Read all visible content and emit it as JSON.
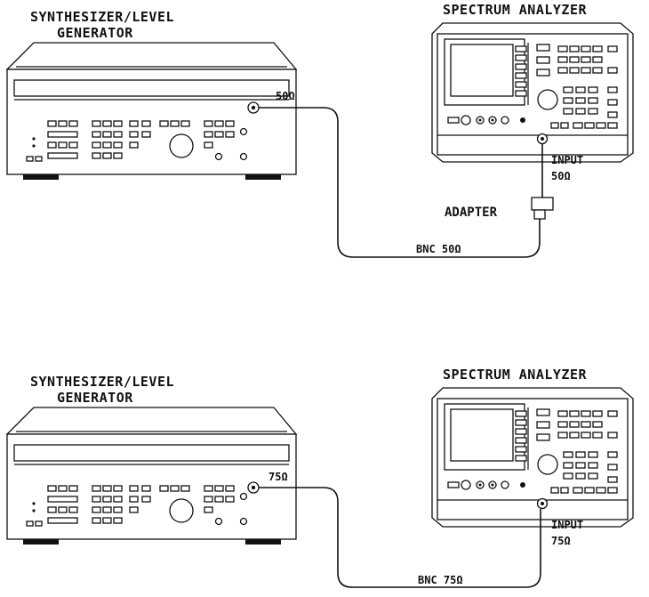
{
  "setups": [
    {
      "generator": {
        "line1": "SYNTHESIZER/LEVEL",
        "line2": "GENERATOR",
        "port_label": "50Ω"
      },
      "analyzer": {
        "title": "SPECTRUM ANALYZER",
        "input_line1": "INPUT",
        "input_line2": "50Ω"
      },
      "adapter_label": "ADAPTER",
      "cable_label": "BNC 50Ω"
    },
    {
      "generator": {
        "line1": "SYNTHESIZER/LEVEL",
        "line2": "GENERATOR",
        "port_label": "75Ω"
      },
      "analyzer": {
        "title": "SPECTRUM ANALYZER",
        "input_line1": "INPUT",
        "input_line2": "75Ω"
      },
      "cable_label": "BNC 75Ω"
    }
  ]
}
